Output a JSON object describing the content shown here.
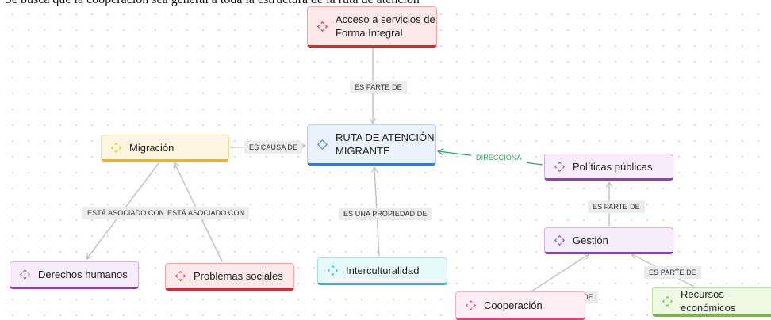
{
  "page": {
    "top_text": "Se busca que la cooperación sea general a toda la estructura de la ruta de atención"
  },
  "nodes": {
    "acceso": "Acceso a servicios  de Forma Integral",
    "ruta": "RUTA DE ATENCIÓN MIGRANTE",
    "migracion": "Migración",
    "politicas": "Políticas públicas",
    "gestion": "Gestión",
    "derechos": "Derechos humanos",
    "problemas": "Problemas sociales",
    "interculturalidad": "Interculturalidad",
    "cooperacion": "Cooperación",
    "recursos": "Recursos económicos"
  },
  "edges": {
    "es_parte_de_1": "ES PARTE DE",
    "es_causa_de": "ES CAUSA DE",
    "direcciona": "DIRECCIONA",
    "asociado_1": "ESTÁ ASOCIADO CON",
    "asociado_2": "ESTÁ ASOCIADO CON",
    "propiedad": "ES UNA PROPIEDAD DE",
    "es_parte_de_2": "ES PARTE DE",
    "es_parte_de_3": "ES PARTE DE",
    "es_parte_de_4": "ES PARTE DE"
  },
  "colors": {
    "red": "#e0262f",
    "blue": "#2d7be5",
    "yellow": "#f5b800",
    "purple": "#8e44ad",
    "cyan": "#28b8c8",
    "pink": "#e0407a",
    "green": "#6fbf3a",
    "edge": "#c4c4c4",
    "edge_green": "#2aa56a"
  },
  "icons": {
    "node": "diamond-icon"
  }
}
